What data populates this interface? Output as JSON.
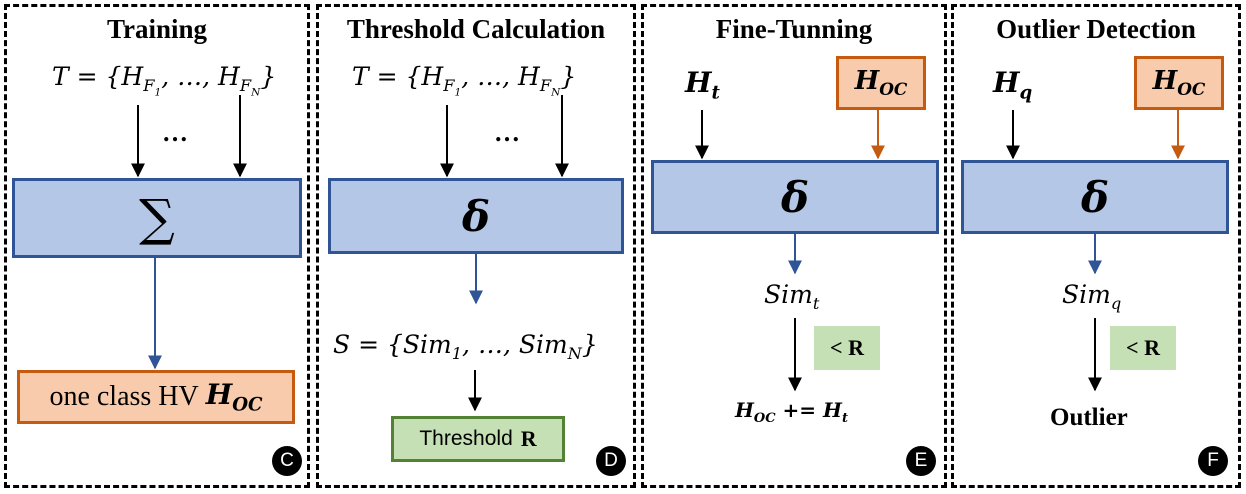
{
  "panels": {
    "c": {
      "title": "Training",
      "set_formula": "T = {H",
      "ellipsis": "…",
      "op_symbol": "∑",
      "result_text": "one class HV",
      "result_var": "H",
      "result_sub": "OC",
      "badge": "C"
    },
    "d": {
      "title": "Threshold Calculation",
      "set_formula": "T = {H",
      "ellipsis": "…",
      "op_symbol": "δ",
      "sim_set": "S = {Sim",
      "threshold_text": "Threshold",
      "threshold_var": "R",
      "badge": "D"
    },
    "e": {
      "title": "Fine-Tunning",
      "input_var": "H",
      "input_sub": "t",
      "hv_var": "H",
      "hv_sub": "OC",
      "op_symbol": "δ",
      "sim_var": "Sim",
      "sim_sub": "t",
      "cond": "< R",
      "update_lhs": "H",
      "update_lhs_sub": "OC",
      "update_op": "+=",
      "update_rhs": "H",
      "update_rhs_sub": "t",
      "badge": "E"
    },
    "f": {
      "title": "Outlier Detection",
      "input_var": "H",
      "input_sub": "q",
      "hv_var": "H",
      "hv_sub": "OC",
      "op_symbol": "δ",
      "sim_var": "Sim",
      "sim_sub": "q",
      "cond": "< R",
      "result": "Outlier",
      "badge": "F"
    }
  },
  "colors": {
    "blue_fill": "#b4c7e7",
    "blue_border": "#2f5597",
    "orange_fill": "#f8cbad",
    "orange_border": "#c55a11",
    "green_fill": "#c5e0b4",
    "green_border": "#548235"
  }
}
